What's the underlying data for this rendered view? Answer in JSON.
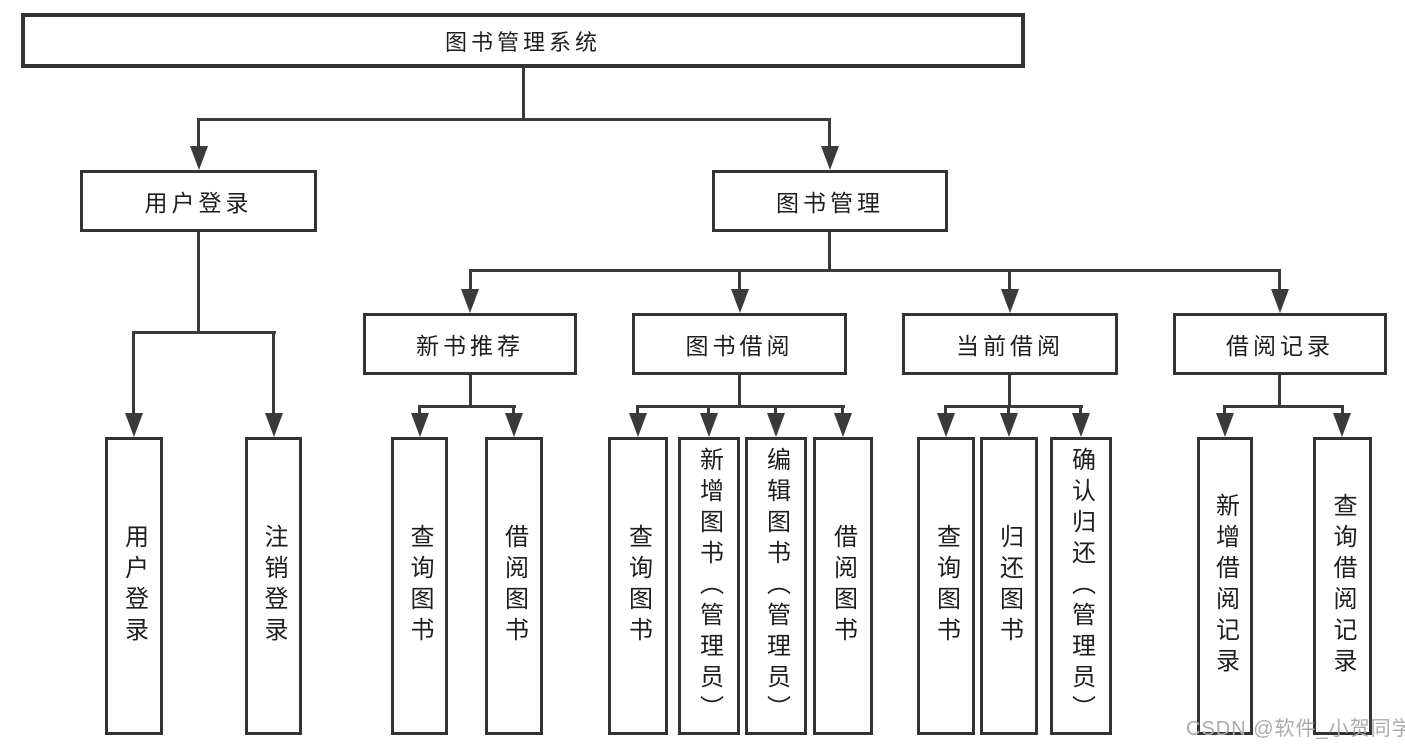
{
  "nodes": {
    "root": "图书管理系统",
    "level2": {
      "user_login_group": "用户登录",
      "book_management": "图书管理"
    },
    "level3": {
      "new_book_recommend": "新书推荐",
      "book_borrow": "图书借阅",
      "current_borrow": "当前借阅",
      "borrow_record": "借阅记录"
    },
    "leaves": {
      "user_login": "用户登录",
      "logout": "注销登录",
      "recommend_query_book": "查询图书",
      "recommend_borrow_book": "借阅图书",
      "borrow_query_book": "查询图书",
      "borrow_add_book": "新增图书（管理员）",
      "borrow_edit_book": "编辑图书（管理员）",
      "borrow_borrow_book": "借阅图书",
      "current_query_book": "查询图书",
      "current_return_book": "归还图书",
      "current_confirm_return": "确认归还（管理员）",
      "record_add_record": "新增借阅记录",
      "record_query_record": "查询借阅记录"
    }
  },
  "watermark": "CSDN @软件_小贺同学",
  "colors": {
    "line": "#3a3a3a",
    "border": "#333333",
    "text": "#1e1e1e",
    "background": "#ffffff",
    "watermark": "#ababab"
  }
}
